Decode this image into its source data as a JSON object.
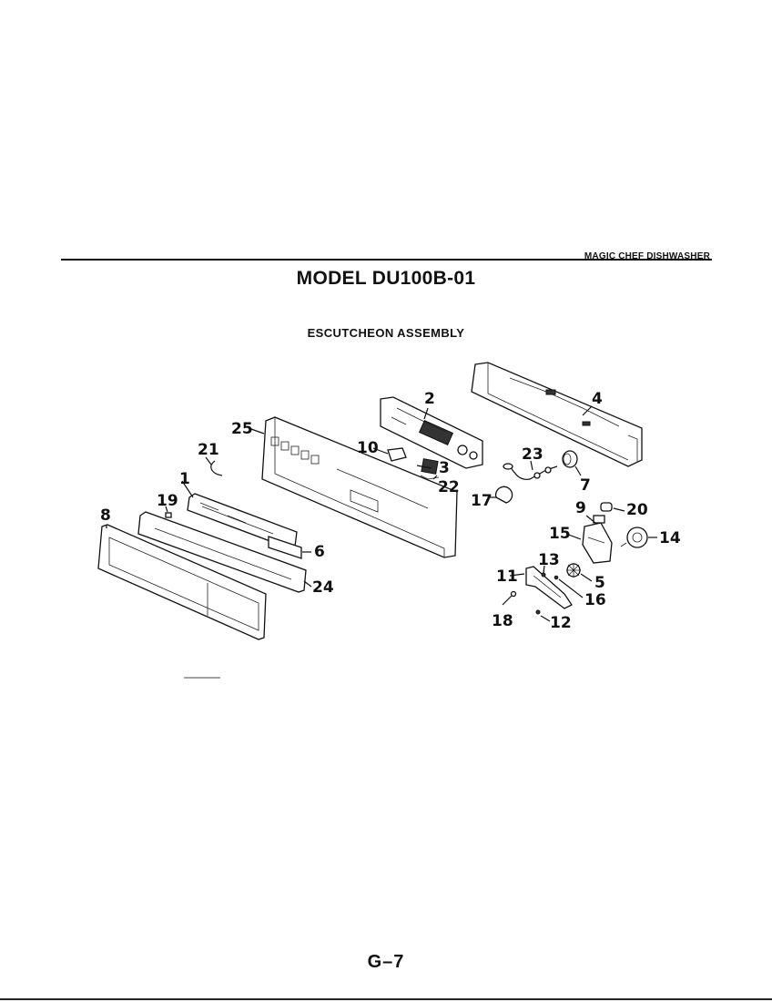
{
  "header": {
    "brand": "MAGIC CHEF DISHWASHER",
    "model": "MODEL DU100B-01",
    "subtitle": "ESCUTCHEON ASSEMBLY"
  },
  "callouts": {
    "p1": "1",
    "p2": "2",
    "p3": "3",
    "p4": "4",
    "p5": "5",
    "p6": "6",
    "p7": "7",
    "p8": "8",
    "p9": "9",
    "p10": "10",
    "p11": "11",
    "p12": "12",
    "p13": "13",
    "p14": "14",
    "p15": "15",
    "p16": "16",
    "p17": "17",
    "p18": "18",
    "p19": "19",
    "p20": "20",
    "p21": "21",
    "p22": "22",
    "p23": "23",
    "p24": "24",
    "p25": "25"
  },
  "footer": {
    "page_number": "G–7"
  }
}
